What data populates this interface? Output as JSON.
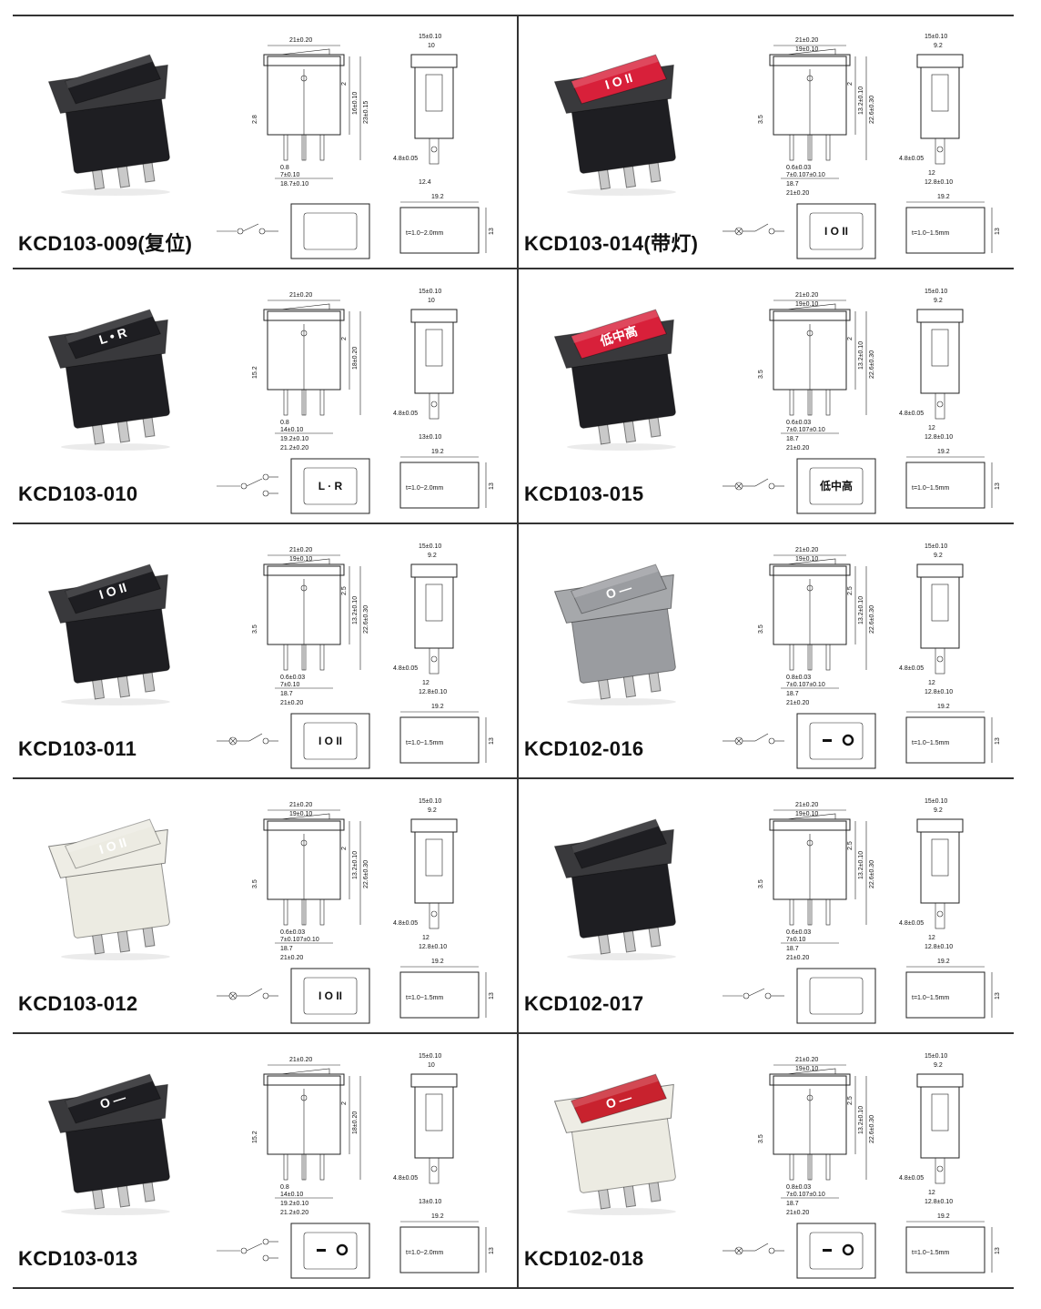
{
  "products": [
    {
      "name": "KCD103-009(复位)",
      "front_color": "#1e1e22",
      "rocker_color": "#1e1e22",
      "symbol": "",
      "face": "blank",
      "schematic": "on-off",
      "dims": {
        "body_w": "21±0.20",
        "inner_w": "",
        "top_w": "15±0.10",
        "inner_top": "10",
        "rocker_h": "2",
        "cap_h": "2.8",
        "h1": "16±0.10",
        "h2": "23±0.15",
        "pin_w": "0.8",
        "pin_pitch": "7±0.10",
        "foot": "18.7±0.10",
        "pin_size": "4.8±0.05",
        "side_w": "12.4",
        "box_w": "19.2",
        "box_h": "13",
        "thickness": "t=1.0~2.0mm"
      }
    },
    {
      "name": "KCD103-014(带灯)",
      "front_color": "#1e1e22",
      "rocker_color": "#d8203a",
      "symbol": "I O II",
      "face": "text",
      "schematic": "lamp",
      "dims": {
        "body_w": "21±0.20",
        "inner_w": "19±0.10",
        "top_w": "15±0.10",
        "inner_top": "9.2",
        "rocker_h": "2",
        "cap_h": "3.5",
        "h1": "13.2±0.10",
        "h2": "22.6±0.30",
        "pin_w": "0.6±0.03",
        "pin_pitch": "7±0.107±0.10",
        "foot": "18.7",
        "foot2": "21±0.20",
        "pin_size": "4.8±0.05",
        "side_w": "12.8±0.10",
        "side_w2": "12",
        "box_w": "19.2",
        "box_h": "13",
        "thickness": "t=1.0~1.5mm",
        "face_text": "I O II"
      }
    },
    {
      "name": "KCD103-010",
      "front_color": "#1e1e22",
      "rocker_color": "#1e1e22",
      "symbol": "L • R",
      "face": "text",
      "schematic": "double",
      "dims": {
        "body_w": "21±0.20",
        "inner_w": "",
        "top_w": "15±0.10",
        "inner_top": "10",
        "rocker_h": "2",
        "cap_h": "15.2",
        "h1": "18±0.20",
        "h2": "",
        "pin_w": "0.8",
        "pin_pitch": "14±0.10",
        "foot": "19.2±0.10",
        "foot2": "21.2±0.20",
        "pin_size": "4.8±0.05",
        "side_w": "13±0.10",
        "box_w": "19.2",
        "box_h": "13",
        "thickness": "t=1.0~2.0mm",
        "face_text": "L · R"
      }
    },
    {
      "name": "KCD103-015",
      "front_color": "#1e1e22",
      "rocker_color": "#d8203a",
      "symbol": "低中高",
      "face": "text",
      "schematic": "lamp",
      "dims": {
        "body_w": "21±0.20",
        "inner_w": "19±0.10",
        "top_w": "15±0.10",
        "inner_top": "9.2",
        "rocker_h": "2",
        "cap_h": "3.5",
        "h1": "13.2±0.10",
        "h2": "22.6±0.30",
        "pin_w": "0.6±0.03",
        "pin_pitch": "7±0.107±0.10",
        "foot": "18.7",
        "foot2": "21±0.20",
        "pin_size": "4.8±0.05",
        "side_w": "12.8±0.10",
        "side_w2": "12",
        "box_w": "19.2",
        "box_h": "13",
        "thickness": "t=1.0~1.5mm",
        "face_text": "低中高"
      }
    },
    {
      "name": "KCD103-011",
      "front_color": "#1e1e22",
      "rocker_color": "#1e1e22",
      "symbol": "I O II",
      "face": "text",
      "schematic": "lamp",
      "dims": {
        "body_w": "21±0.20",
        "inner_w": "19±0.10",
        "top_w": "15±0.10",
        "inner_top": "9.2",
        "rocker_h": "2.5",
        "cap_h": "3.5",
        "h1": "13.2±0.10",
        "h2": "22.6±0.30",
        "pin_w": "0.6±0.03",
        "pin_pitch": "7±0.10",
        "foot": "18.7",
        "foot2": "21±0.20",
        "pin_size": "4.8±0.05",
        "side_w": "12.8±0.10",
        "side_w2": "12",
        "box_w": "19.2",
        "box_h": "13",
        "thickness": "t=1.0~1.5mm",
        "face_text": "I O II"
      }
    },
    {
      "name": "KCD102-016",
      "front_color": "#9a9ca0",
      "rocker_color": "#9a9ca0",
      "symbol": "O —",
      "face": "dot",
      "schematic": "lamp",
      "dims": {
        "body_w": "21±0.20",
        "inner_w": "19±0.10",
        "top_w": "15±0.10",
        "inner_top": "9.2",
        "rocker_h": "2.5",
        "cap_h": "3.5",
        "h1": "13.2±0.10",
        "h2": "22.6±0.30",
        "pin_w": "0.8±0.03",
        "pin_pitch": "7±0.107±0.10",
        "foot": "18.7",
        "foot2": "21±0.20",
        "pin_size": "4.8±0.05",
        "side_w": "12.8±0.10",
        "side_w2": "12",
        "box_w": "19.2",
        "box_h": "13",
        "thickness": "t=1.0~1.5mm",
        "face_text": "— O"
      }
    },
    {
      "name": "KCD103-012",
      "front_color": "#ecebe2",
      "rocker_color": "#ecebe2",
      "symbol": "I O II",
      "face": "text",
      "schematic": "lamp",
      "dims": {
        "body_w": "21±0.20",
        "inner_w": "19±0.10",
        "top_w": "15±0.10",
        "inner_top": "9.2",
        "rocker_h": "2",
        "cap_h": "3.5",
        "h1": "13.2±0.10",
        "h2": "22.6±0.30",
        "pin_w": "0.6±0.03",
        "pin_pitch": "7±0.107±0.10",
        "foot": "18.7",
        "foot2": "21±0.20",
        "pin_size": "4.8±0.05",
        "side_w": "12.8±0.10",
        "side_w2": "12",
        "box_w": "19.2",
        "box_h": "13",
        "thickness": "t=1.0~1.5mm",
        "face_text": "I O II"
      }
    },
    {
      "name": "KCD102-017",
      "front_color": "#1e1e22",
      "rocker_color": "#1e1e22",
      "symbol": "",
      "face": "blank",
      "schematic": "on-off",
      "dims": {
        "body_w": "21±0.20",
        "inner_w": "19±0.10",
        "top_w": "15±0.10",
        "inner_top": "9.2",
        "rocker_h": "2.5",
        "cap_h": "3.5",
        "h1": "13.2±0.10",
        "h2": "22.6±0.30",
        "pin_w": "0.6±0.03",
        "pin_pitch": "7±0.10",
        "foot": "18.7",
        "foot2": "21±0.20",
        "pin_size": "4.8±0.05",
        "side_w": "12.8±0.10",
        "side_w2": "12",
        "box_w": "19.2",
        "box_h": "13",
        "thickness": "t=1.0~1.5mm"
      }
    },
    {
      "name": "KCD103-013",
      "front_color": "#1e1e22",
      "rocker_color": "#1e1e22",
      "symbol": "O —",
      "face": "dot",
      "schematic": "double",
      "dims": {
        "body_w": "21±0.20",
        "inner_w": "",
        "top_w": "15±0.10",
        "inner_top": "10",
        "rocker_h": "2",
        "cap_h": "15.2",
        "h1": "18±0.20",
        "h2": "",
        "pin_w": "0.8",
        "pin_pitch": "14±0.10",
        "foot": "19.2±0.10",
        "foot2": "21.2±0.20",
        "pin_size": "4.8±0.05",
        "side_w": "13±0.10",
        "box_w": "19.2",
        "box_h": "13",
        "thickness": "t=1.0~2.0mm",
        "face_text": "— O"
      }
    },
    {
      "name": "KCD102-018",
      "front_color": "#ecebe2",
      "rocker_color": "#c8222e",
      "symbol": "O —",
      "face": "dot",
      "schematic": "lamp",
      "dims": {
        "body_w": "21±0.20",
        "inner_w": "19±0.10",
        "top_w": "15±0.10",
        "inner_top": "9.2",
        "rocker_h": "2.5",
        "cap_h": "3.5",
        "h1": "13.2±0.10",
        "h2": "22.6±0.30",
        "pin_w": "0.8±0.03",
        "pin_pitch": "7±0.107±0.10",
        "foot": "18.7",
        "foot2": "21±0.20",
        "pin_size": "4.8±0.05",
        "side_w": "12.8±0.10",
        "side_w2": "12",
        "box_w": "19.2",
        "box_h": "13",
        "thickness": "t=1.0~1.5mm",
        "face_text": "— O"
      }
    }
  ]
}
